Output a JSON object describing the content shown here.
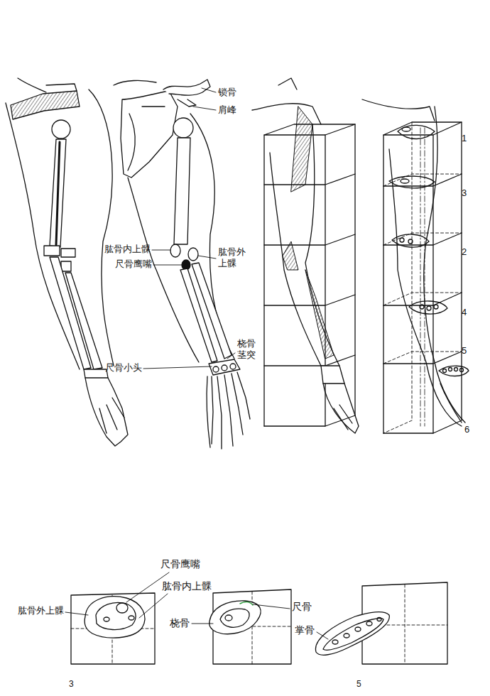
{
  "diagram": {
    "labels": [
      "锁骨",
      "肩峰",
      "肱骨内上髁",
      "肱骨外 上髁",
      "尺骨鹰嘴",
      "桡骨 茎突",
      "尺骨小头",
      "1",
      "3",
      "2",
      "4",
      "5",
      "6",
      "尺骨鹰嘴",
      "肱骨内上髁",
      "肱骨外上髁",
      "尺骨",
      "桡骨",
      "掌骨",
      "3",
      "5"
    ]
  }
}
